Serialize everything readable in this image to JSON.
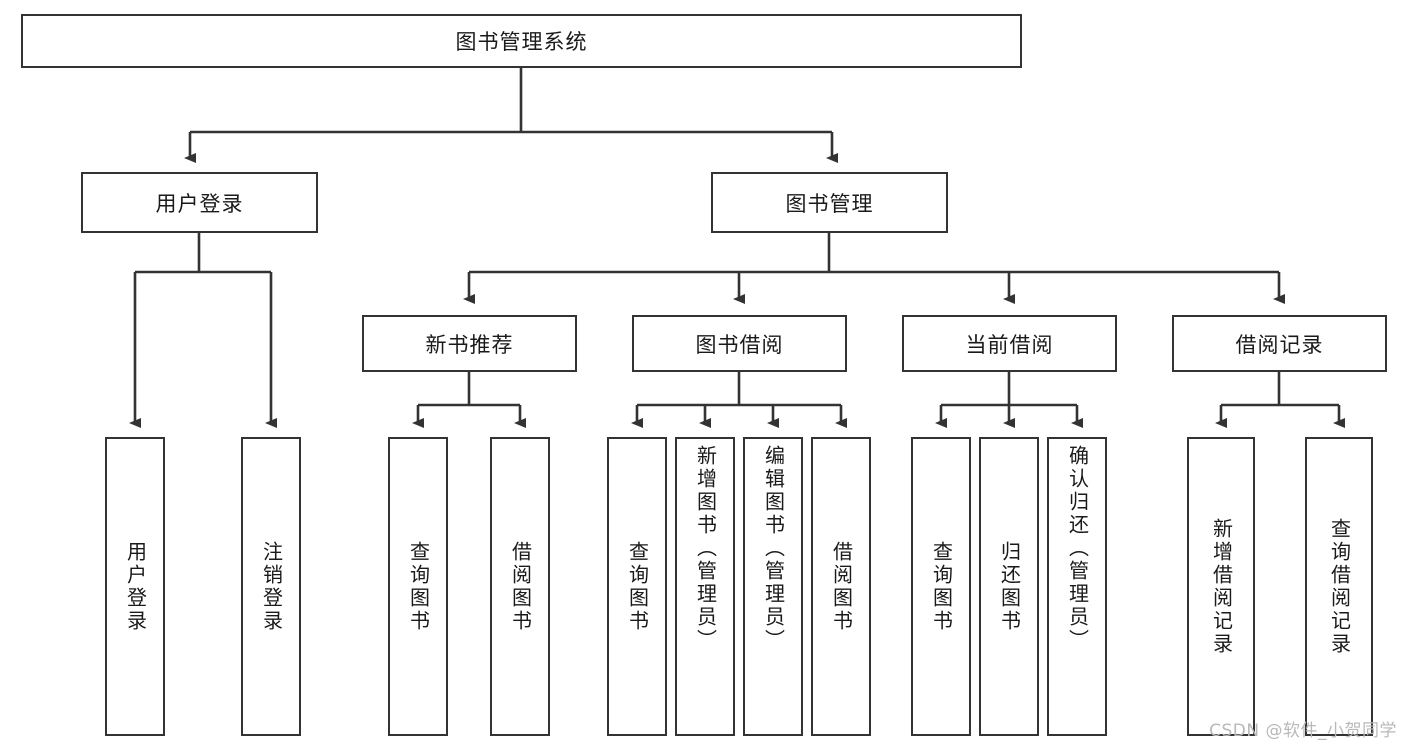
{
  "diagram": {
    "title": "图书管理系统",
    "type": "hierarchy-tree",
    "watermark": "CSDN @软件_小贺同学",
    "colors": {
      "stroke": "#333333",
      "background": "#ffffff",
      "text": "#1a1a1a",
      "watermark": "#b9b9b9"
    },
    "root": {
      "label": "图书管理系统"
    },
    "level2": [
      {
        "label": "用户登录"
      },
      {
        "label": "图书管理"
      }
    ],
    "level3": [
      {
        "label": "新书推荐"
      },
      {
        "label": "图书借阅"
      },
      {
        "label": "当前借阅"
      },
      {
        "label": "借阅记录"
      }
    ],
    "leaves": {
      "user_login": [
        {
          "label": "用户登录"
        },
        {
          "label": "注销登录"
        }
      ],
      "new_book_recommend": [
        {
          "label": "查询图书"
        },
        {
          "label": "借阅图书"
        }
      ],
      "book_borrow": [
        {
          "label": "查询图书"
        },
        {
          "label": "新增图书（管理员）"
        },
        {
          "label": "编辑图书（管理员）"
        },
        {
          "label": "借阅图书"
        }
      ],
      "current_borrow": [
        {
          "label": "查询图书"
        },
        {
          "label": "归还图书"
        },
        {
          "label": "确认归还（管理员）"
        }
      ],
      "borrow_record": [
        {
          "label": "新增借阅记录"
        },
        {
          "label": "查询借阅记录"
        }
      ]
    }
  }
}
